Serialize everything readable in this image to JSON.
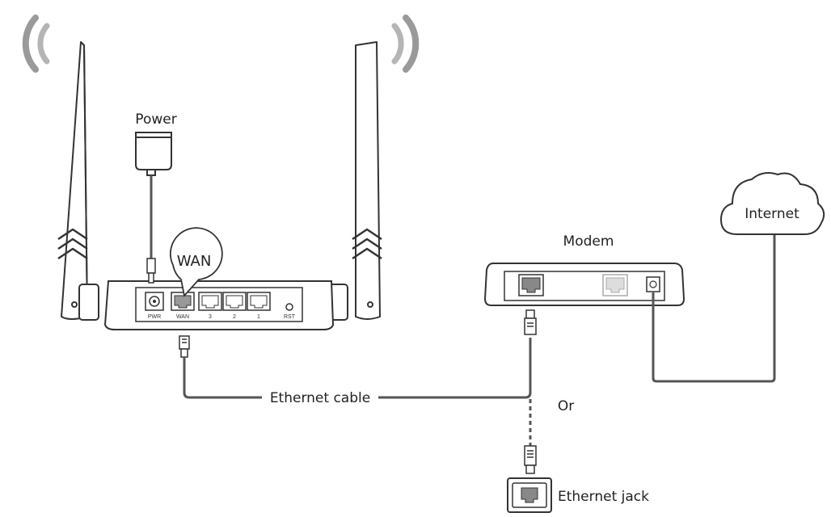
{
  "labels": {
    "power": "Power",
    "wan_callout": "WAN",
    "ethernet_cable": "Ethernet cable",
    "modem": "Modem",
    "internet": "Internet",
    "or": "Or",
    "ethernet_jack": "Ethernet jack"
  },
  "router_ports": {
    "pwr": "PWR",
    "wan": "WAN",
    "lan3": "3",
    "lan2": "2",
    "lan1": "1",
    "rst": "RST"
  },
  "colors": {
    "line": "#333333",
    "cable": "#555555",
    "wifi_dark": "#8a8a8a",
    "wifi_light": "#bdbdbd",
    "port_fill": "#999999",
    "highlight": "#dddddd"
  }
}
